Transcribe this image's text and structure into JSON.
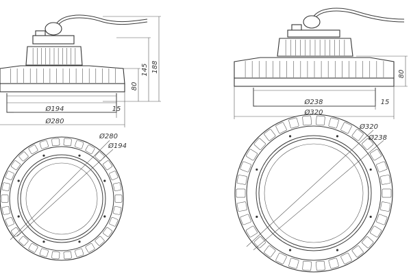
{
  "lamp_small": {
    "side_dims": {
      "height_total": "188",
      "height_body": "145",
      "height_base": "80"
    },
    "bottom_dims": {
      "lens_dia": "Ø194",
      "outer_dia": "Ø280",
      "offset": "15"
    },
    "plan_dims": {
      "outer_dia": "Ø280",
      "lens_dia": "Ø194"
    }
  },
  "lamp_large": {
    "side_dims": {
      "height_base": "80"
    },
    "bottom_dims": {
      "lens_dia": "Ø238",
      "outer_dia": "Ø320",
      "offset": "15"
    },
    "plan_dims": {
      "outer_dia": "Ø320",
      "lens_dia": "Ø238"
    }
  },
  "colors": {
    "line": "#3a3a3a",
    "background": "#ffffff"
  }
}
